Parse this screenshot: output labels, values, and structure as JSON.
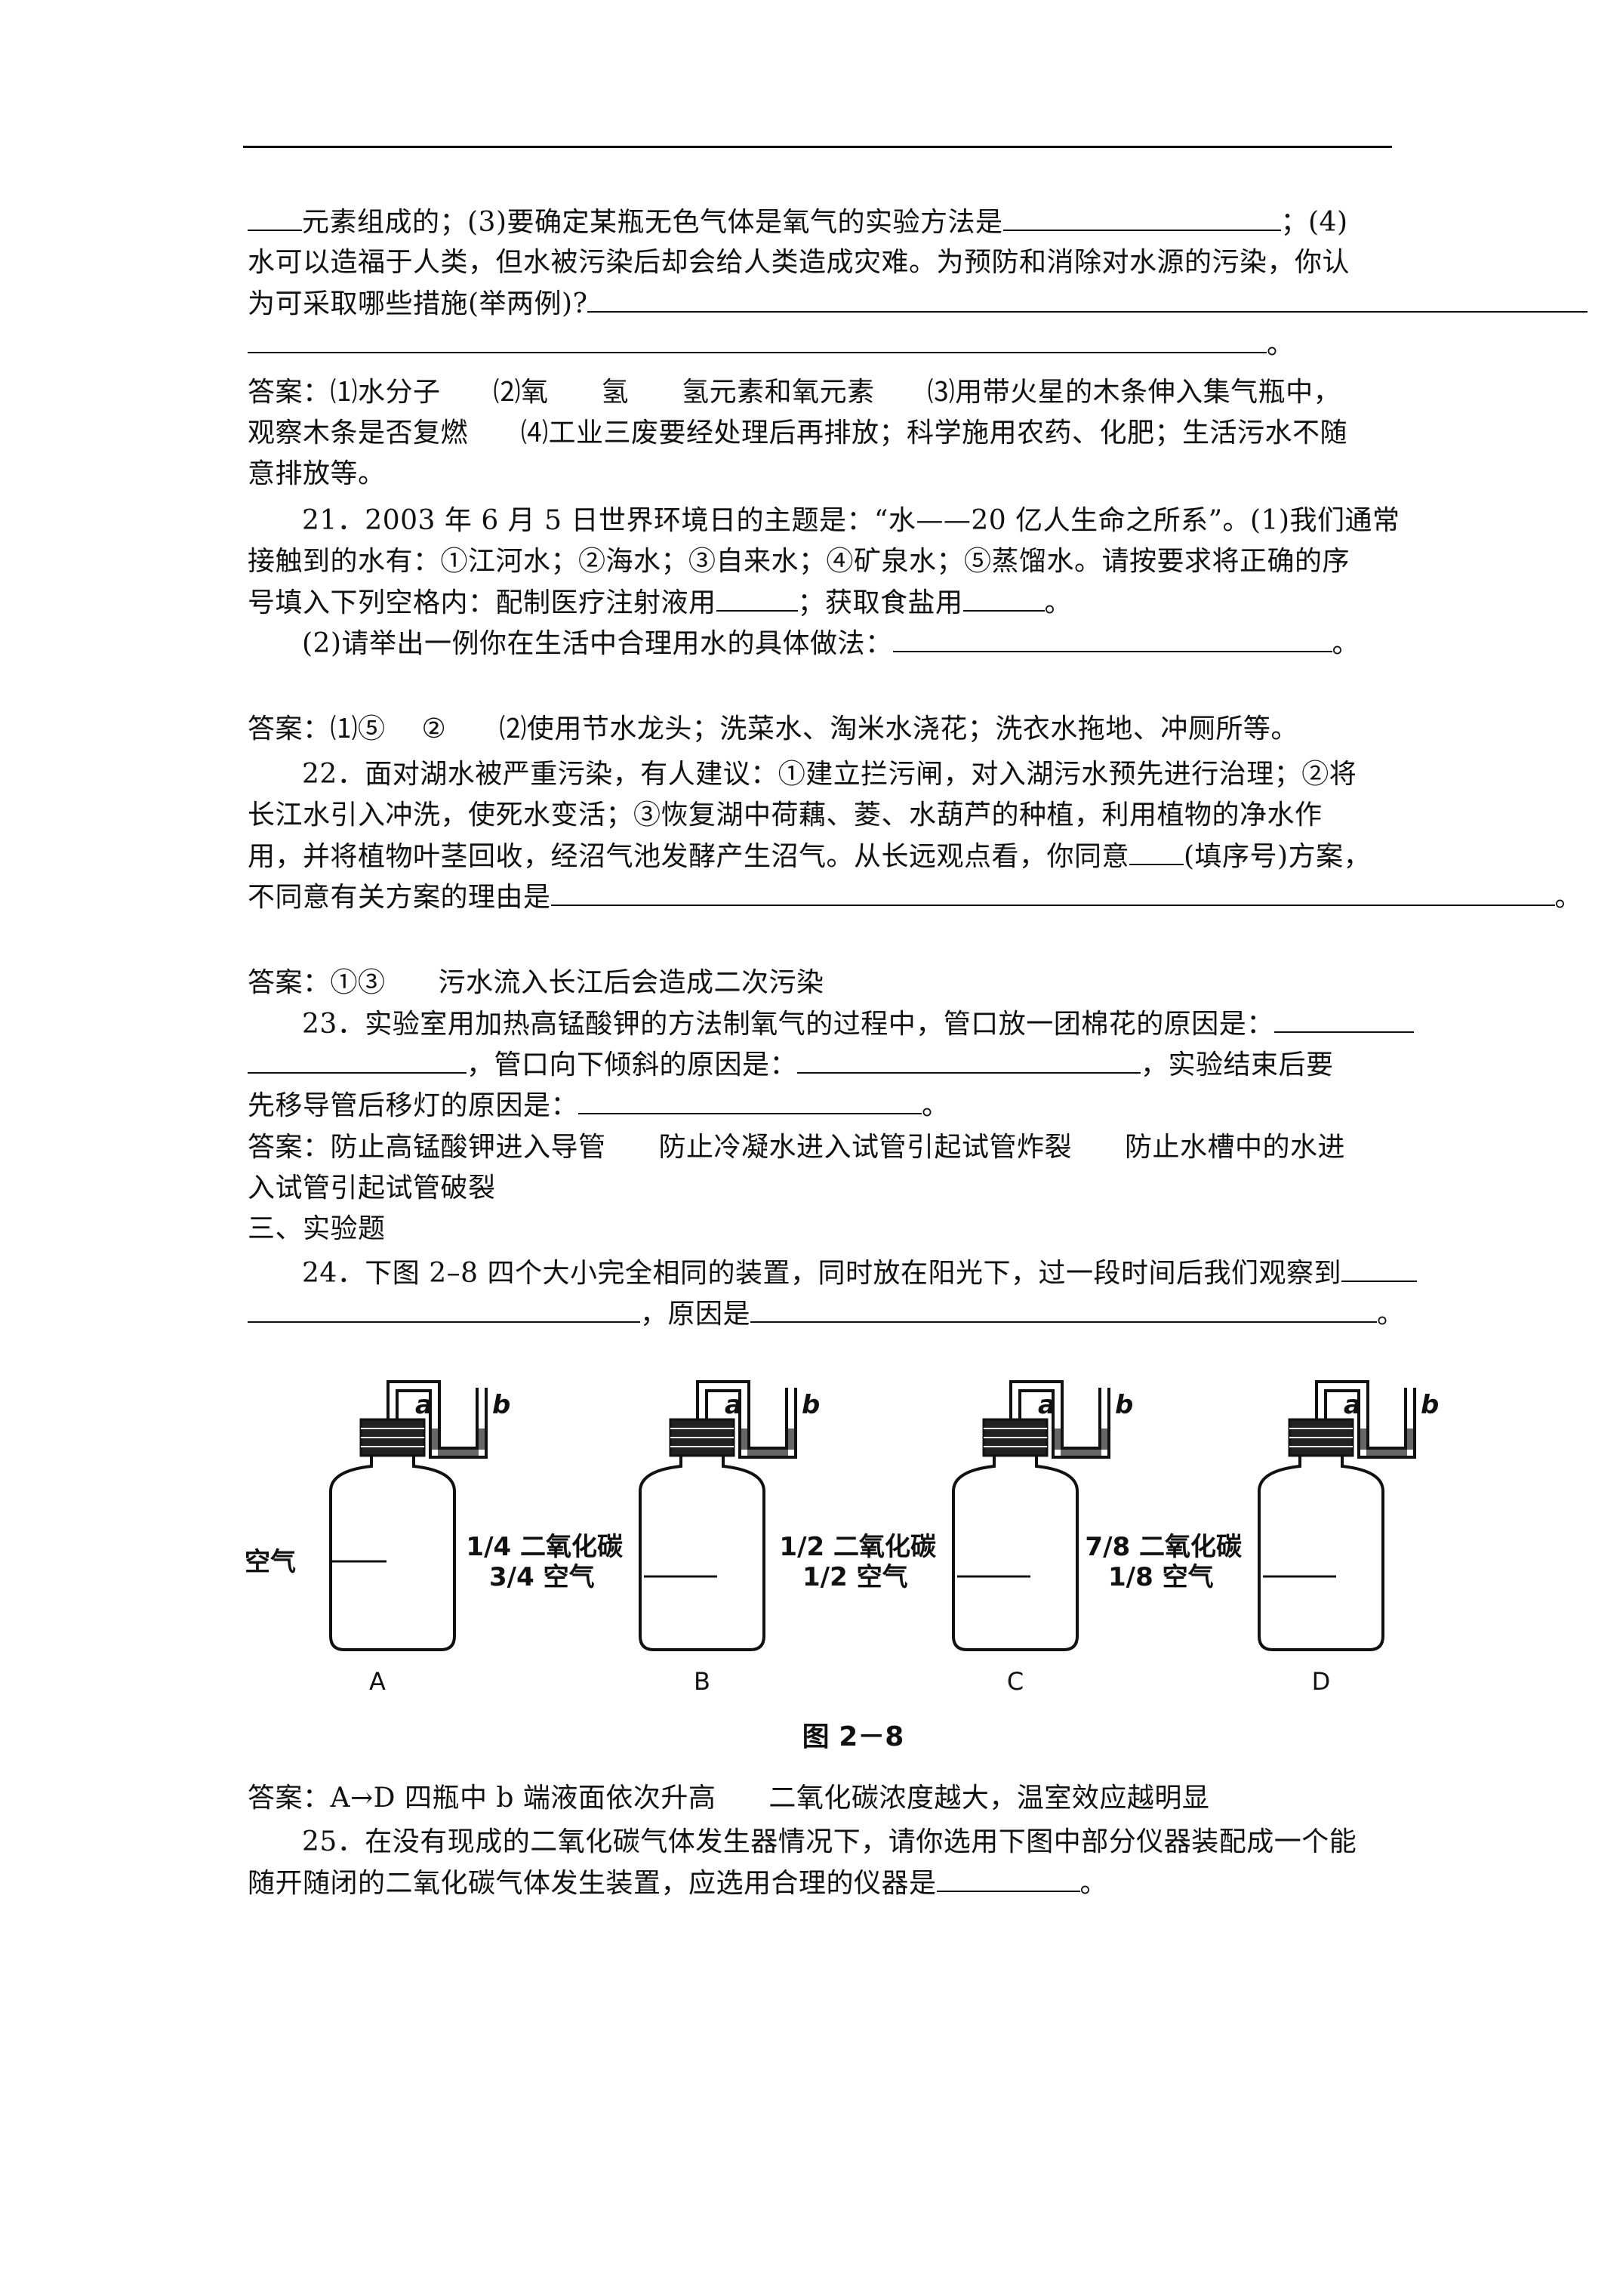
{
  "q20": {
    "l1_a": "元素组成的；(3)要确定某瓶无色气体是氧气的实验方法是",
    "l1_b": "；(4)",
    "l2": "水可以造福于人类，但水被污染后却会给人类造成灾难。为预防和消除对水源的污染，你认",
    "l3": "为可采取哪些措施(举两例)?",
    "l4_end": "。",
    "ans_label": "答案：",
    "ans_1": "⑴水分子",
    "ans_2": "⑵氧",
    "ans_3": "氢",
    "ans_4": "氢元素和氧元素",
    "ans_5": "⑶用带火星的木条伸入集气瓶中，",
    "ans_l2": "观察木条是否复燃",
    "ans_6": "⑷工业三废要经处理后再排放；科学施用农药、化肥；生活污水不随",
    "ans_l3": "意排放等。"
  },
  "q21": {
    "l1": "21．2003 年 6 月 5 日世界环境日的主题是：“水——20 亿人生命之所系”。(1)我们通常",
    "l2": "接触到的水有：①江河水；②海水；③自来水；④矿泉水；⑤蒸馏水。请按要求将正确的序",
    "l3_a": "号填入下列空格内：配制医疗注射液用",
    "l3_b": "；获取食盐用",
    "l3_c": "。",
    "l4_a": "(2)请举出一例你在生活中合理用水的具体做法：",
    "l4_b": "。",
    "ans_label": "答案：",
    "ans_1": "⑴⑤",
    "ans_2": "②",
    "ans_3": "⑵使用节水龙头；洗菜水、淘米水浇花；洗衣水拖地、冲厕所等。"
  },
  "q22": {
    "l1": "22．面对湖水被严重污染，有人建议：①建立拦污闸，对入湖污水预先进行治理；②将",
    "l2": "长江水引入冲洗，使死水变活；③恢复湖中荷藕、菱、水葫芦的种植，利用植物的净水作",
    "l3_a": "用，并将植物叶茎回收，经沼气池发酵产生沼气。从长远观点看，你同意",
    "l3_b": "(填序号)方案，",
    "l4_a": "不同意有关方案的理由是",
    "l4_b": "。",
    "ans_label": "答案：",
    "ans_1": "①③",
    "ans_2": "污水流入长江后会造成二次污染"
  },
  "q23": {
    "l1": "23．实验室用加热高锰酸钾的方法制氧气的过程中，管口放一团棉花的原因是：",
    "l2_a": "，管口向下倾斜的原因是：",
    "l2_b": "，实验结束后要",
    "l3_a": "先移导管后移灯的原因是：",
    "l3_b": "。",
    "ans_label": "答案：",
    "ans_1": "防止高锰酸钾进入导管",
    "ans_2": "防止冷凝水进入试管引起试管炸裂",
    "ans_3": "防止水槽中的水进",
    "ans_l2": "入试管引起试管破裂"
  },
  "section3": "三、实验题",
  "q24": {
    "l1": "24．下图 2–8 四个大小完全相同的装置，同时放在阳光下，过一段时间后我们观察到",
    "l2_a": "，原因是",
    "l2_b": "。",
    "ans_label": "答案：",
    "ans_1": "A→D 四瓶中 b 端液面依次升高",
    "ans_2": "二氧化碳浓度越大，温室效应越明显"
  },
  "figure": {
    "caption": "图 2－8",
    "tube_a": "a",
    "tube_b": "b",
    "bottles": [
      {
        "letter": "A",
        "label_top": "",
        "label_bottom": "空气"
      },
      {
        "letter": "B",
        "label_top": "1/4 二氧化碳",
        "label_bottom": "3/4 空气"
      },
      {
        "letter": "C",
        "label_top": "1/2 二氧化碳",
        "label_bottom": "1/2 空气"
      },
      {
        "letter": "D",
        "label_top": "7/8 二氧化碳",
        "label_bottom": "1/8 空气"
      }
    ]
  },
  "q25": {
    "l1": "25．在没有现成的二氧化碳气体发生器情况下，请你选用下图中部分仪器装配成一个能",
    "l2_a": "随开随闭的二氧化碳气体发生装置，应选用合理的仪器是",
    "l2_b": "。"
  }
}
